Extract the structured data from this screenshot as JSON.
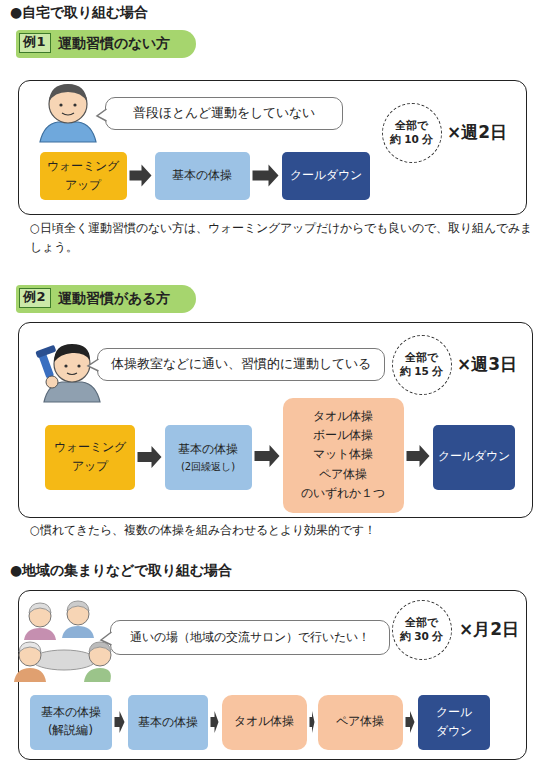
{
  "diagram": {
    "nodes": [
      {
        "text": [
          "運動習慣のない方"
        ]
      },
      {
        "text": [
          "例1"
        ],
        "in": 0
      },
      {
        "text": [
          "×週2日"
        ]
      },
      {
        "text": [
          "普段ほとんど運動をしていない"
        ],
        "in": 2
      },
      {
        "text": [
          "全部で",
          "約 10 分"
        ],
        "in": 2
      },
      {
        "text": [
          "ウォーミング アップ"
        ],
        "in": 2
      },
      {
        "text": [
          "基本の体操"
        ],
        "in": 2
      },
      {
        "text": [
          "クールダウン"
        ],
        "in": 2
      },
      {
        "text": [
          "運動習慣がある方"
        ]
      },
      {
        "text": [
          "例2"
        ],
        "in": 8
      },
      {
        "text": [
          "×週3日"
        ]
      },
      {
        "text": [
          "体操教室などに通い、習慣的に運動している"
        ],
        "in": 10
      },
      {
        "text": [
          "全部で",
          "約 15 分"
        ],
        "in": 10
      },
      {
        "text": [
          "ウォーミング アップ"
        ],
        "in": 10
      },
      {
        "text": [
          "基本の体操",
          "(2回繰返し)"
        ],
        "in": 10
      },
      {
        "text": [
          "タオル体操 ボール体操 マット体操 ペア体操 のいずれか１つ"
        ],
        "in": 10
      },
      {
        "text": [
          "クールダウン"
        ],
        "in": 10
      },
      {
        "text": [
          "×月2日"
        ]
      },
      {
        "text": [
          "通いの場（地域の交流サロン）で行いたい！"
        ],
        "in": 17
      },
      {
        "text": [
          "全部で",
          "約 30 分"
        ],
        "in": 17
      },
      {
        "text": [
          "基本の体操 (解説編)"
        ],
        "in": 17
      },
      {
        "text": [
          "基本の体操"
        ],
        "in": 17
      },
      {
        "text": [
          "タオル体操"
        ],
        "in": 17
      },
      {
        "text": [
          "ペア体操"
        ],
        "in": 17
      },
      {
        "text": [
          "クール ダウン"
        ],
        "in": 17
      }
    ],
    "edges": [
      {
        "from": 5,
        "to": 6,
        "arrow": "to"
      },
      {
        "from": 6,
        "to": 7,
        "arrow": "to"
      },
      {
        "from": 13,
        "to": 14,
        "arrow": "to"
      },
      {
        "from": 14,
        "to": 15,
        "arrow": "to"
      },
      {
        "from": 15,
        "to": 16,
        "arrow": "to"
      },
      {
        "from": 20,
        "to": 21,
        "arrow": "to"
      },
      {
        "from": 21,
        "to": 22,
        "arrow": "to"
      },
      {
        "from": 22,
        "to": 23,
        "arrow": "to"
      },
      {
        "from": 23,
        "to": 24,
        "arrow": "to"
      }
    ],
    "labels": [
      "●自宅で取り組む場合",
      "○日頃全く運動習慣のない方は、ウォーミングアップだけからでも良いので、取り組んでみましょう。",
      "○慣れてきたら、複数の体操を組み合わせるとより効果的です！",
      "●地域の集まりなどで取り組む場合"
    ]
  }
}
